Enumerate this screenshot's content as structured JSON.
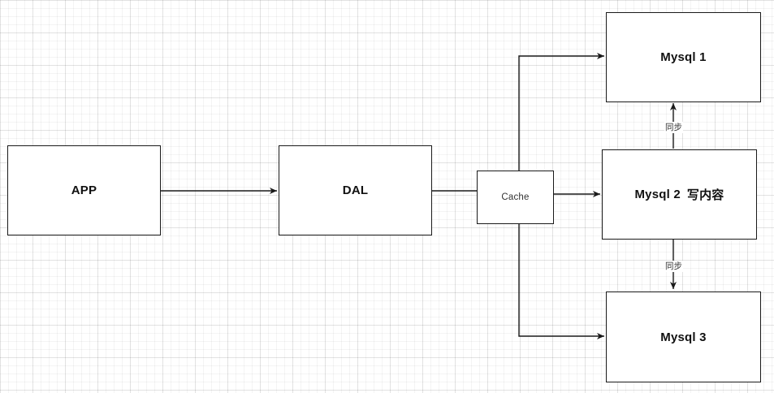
{
  "nodes": {
    "app": "APP",
    "dal": "DAL",
    "cache": "Cache",
    "mysql1": "Mysql 1",
    "mysql2": "Mysql 2",
    "mysql2_note": "写内容",
    "mysql3": "Mysql 3"
  },
  "edge_labels": {
    "sync_up": "同步",
    "sync_down": "同步"
  },
  "colors": {
    "stroke": "#1a1a1a",
    "grid": "#e6e6e6",
    "background": "#ffffff"
  }
}
